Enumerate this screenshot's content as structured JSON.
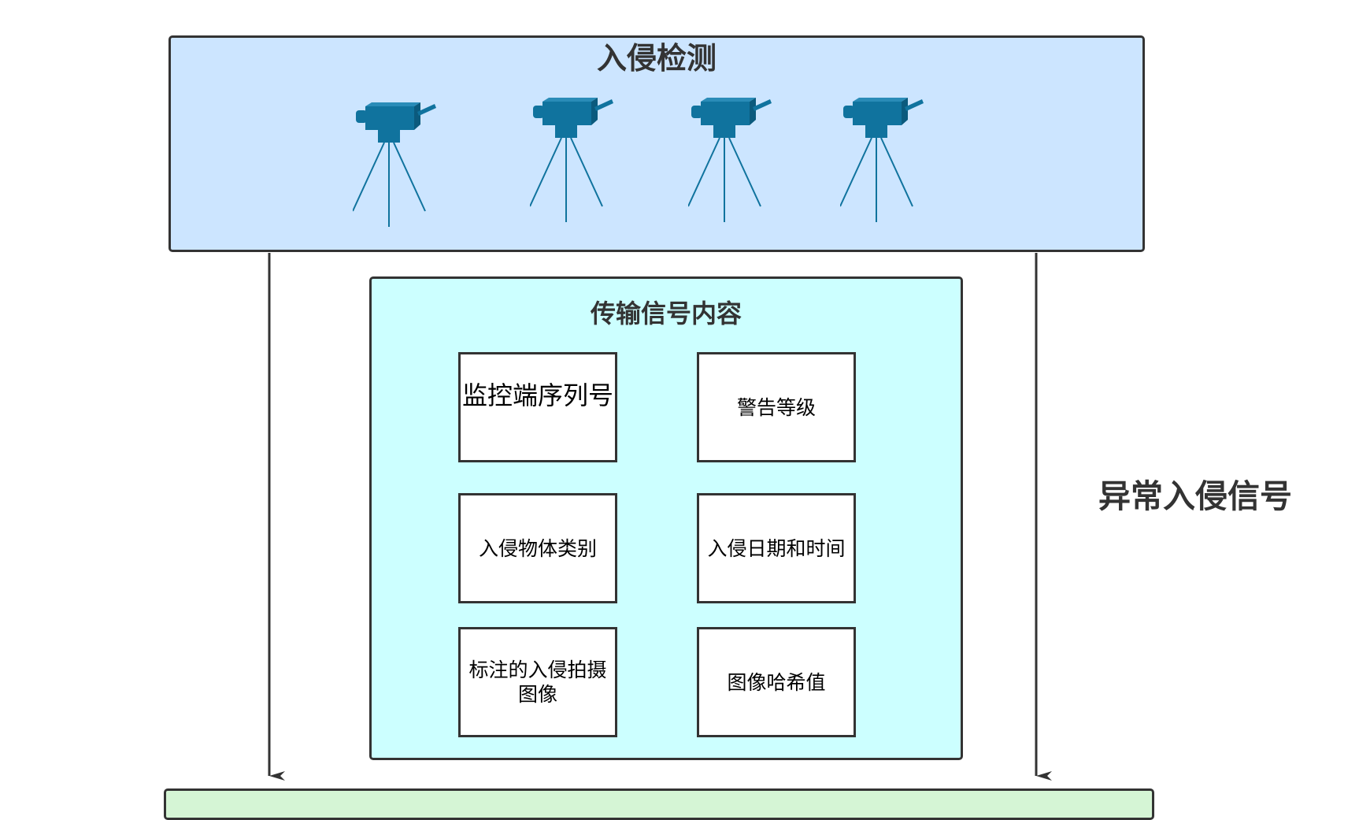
{
  "detection": {
    "title": "入侵检测",
    "fill": "#cce5ff",
    "camera_count": 4,
    "camera_icon": "tripod-camera-icon",
    "camera_color": "#10739e"
  },
  "signal_content": {
    "title": "传输信号内容",
    "fill": "#ccffff",
    "fields": [
      "监控端序列号",
      "警告等级",
      "入侵物体类别",
      "入侵日期和时间",
      "标注的入侵拍摄图像",
      "图像哈希值"
    ]
  },
  "side_label": "异常入侵信号",
  "bottom_panel": {
    "fill": "#d5f5d5"
  },
  "colors": {
    "stroke": "#333333"
  }
}
